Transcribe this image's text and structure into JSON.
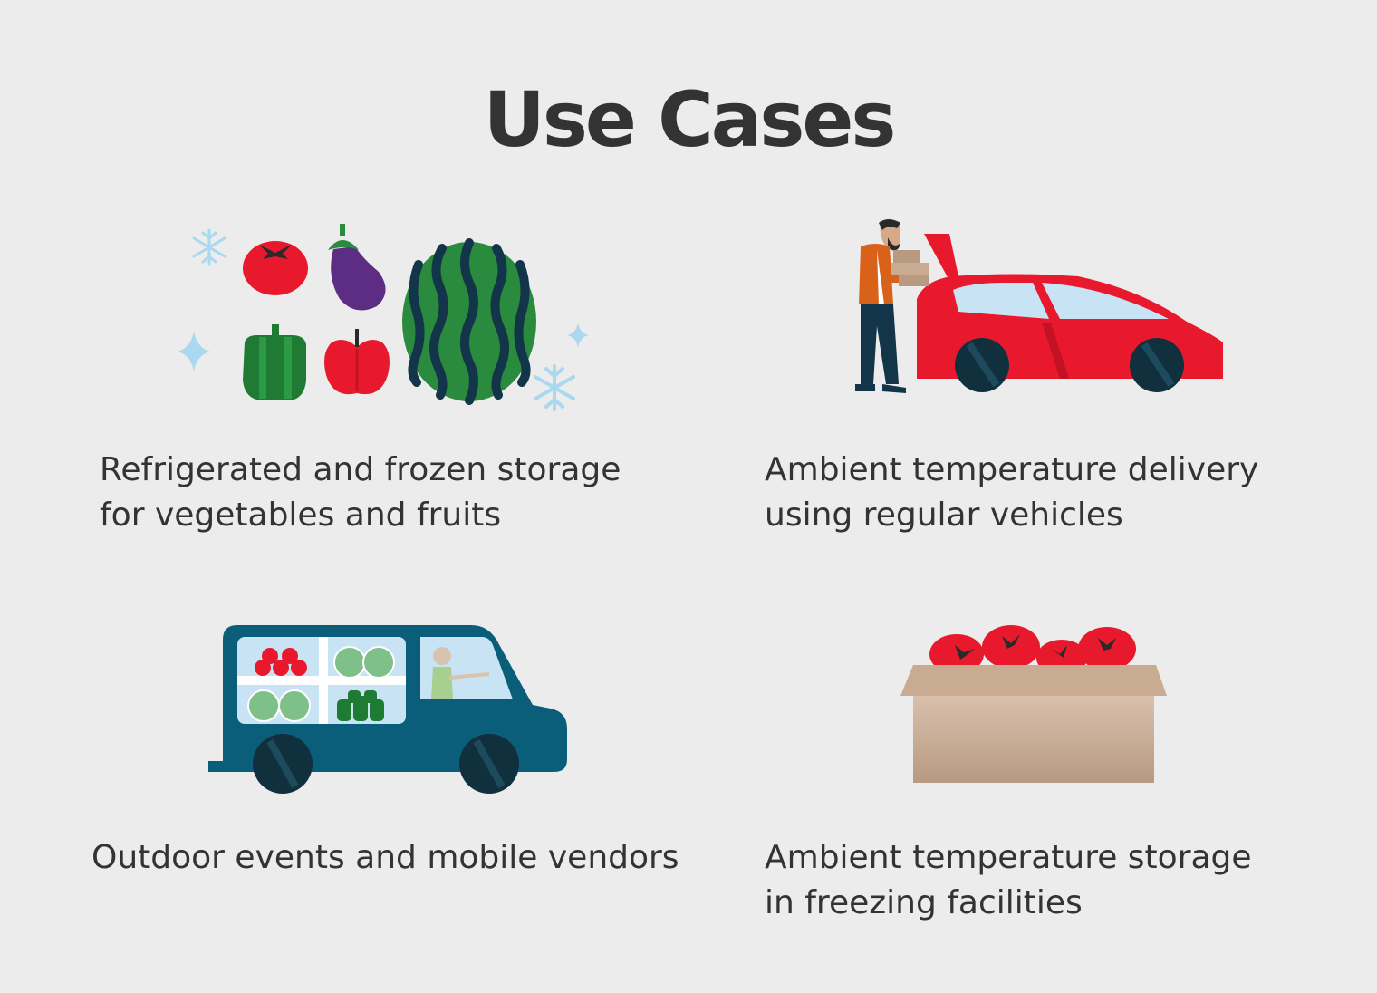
{
  "page": {
    "title": "Use Cases"
  },
  "use_cases": [
    {
      "icon": "produce-icon",
      "line1": "Refrigerated and frozen storage",
      "line2": "for vegetables and fruits"
    },
    {
      "icon": "car-delivery-icon",
      "line1": "Ambient temperature delivery",
      "line2": "using regular vehicles"
    },
    {
      "icon": "vendor-truck-icon",
      "line1": "Outdoor events and mobile vendors",
      "line2": ""
    },
    {
      "icon": "tomato-box-icon",
      "line1": "Ambient temperature storage",
      "line2": "in freezing facilities"
    }
  ],
  "colors": {
    "background": "#ececec",
    "text": "#333333",
    "red": "#e8192c",
    "green": "#2a8a3e",
    "navy": "#0b5e7a",
    "cardboard": "#c9ab92"
  }
}
